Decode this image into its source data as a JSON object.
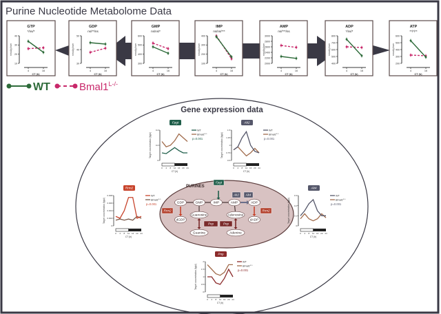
{
  "title": "Purine Nucleotide Metabolome Data",
  "colors": {
    "frame": "#3a3945",
    "wt": "#2e6b3a",
    "bmal1": "#c8286a",
    "inner": "#d8c2c2"
  },
  "legend": {
    "wt_label": "WT",
    "bmal1_label": "Bmal1",
    "bmal1_sup": "L-/-"
  },
  "metabolite_panels": [
    {
      "name": "GTP",
      "sig": "*/ns/*",
      "yticks": [
        10,
        20,
        30,
        40
      ],
      "x": [
        4,
        16
      ],
      "wt": [
        34,
        22
      ],
      "bmal1": [
        26,
        27
      ]
    },
    {
      "name": "GDP",
      "sig": "ns/**/ns",
      "yticks": [
        30,
        40,
        50
      ],
      "x": [
        4,
        16
      ],
      "wt": [
        45,
        44
      ],
      "bmal1": [
        38,
        41
      ]
    },
    {
      "name": "GMP",
      "sig": "ns/ns/*",
      "yticks": [
        300,
        400,
        500,
        600
      ],
      "x": [
        4,
        16
      ],
      "wt": [
        480,
        410
      ],
      "bmal1": [
        520,
        460
      ]
    },
    {
      "name": "IMP",
      "sig": "ns/ns/***",
      "yticks": [
        100,
        200,
        300,
        400
      ],
      "x": [
        4,
        16
      ],
      "wt": [
        390,
        170
      ],
      "bmal1": [
        400,
        150
      ]
    },
    {
      "name": "AMP",
      "sig": "ns/***/ns",
      "yticks": [
        2000,
        2200,
        2400,
        2600,
        2800,
        3000
      ],
      "x": [
        4,
        16
      ],
      "wt": [
        2250,
        2180
      ],
      "bmal1": [
        2650,
        2580
      ]
    },
    {
      "name": "ADP",
      "sig": "*/ns/*",
      "yticks": [
        400,
        500,
        600,
        700,
        800
      ],
      "x": [
        4,
        16
      ],
      "wt": [
        750,
        510
      ],
      "bmal1": [
        640,
        630
      ]
    },
    {
      "name": "ATP",
      "sig": "**/*/**",
      "yticks": [
        200,
        300,
        400,
        500,
        600
      ],
      "x": [
        4,
        16
      ],
      "wt": [
        530,
        290
      ],
      "bmal1": [
        320,
        310
      ]
    }
  ],
  "metabolite_axis": {
    "ylabel": "nmol/g liver",
    "xlabel": "CT (h)"
  },
  "gene_section": {
    "title": "Gene expression data",
    "xlabel": "CT (h)",
    "ylabel": "Target concentration (fg/µl)",
    "x": [
      0,
      4,
      8,
      12,
      16,
      20,
      24
    ],
    "charts": [
      {
        "gene": "Fpgt",
        "color": "#1f5e4a",
        "bmal_color": "#a06a4a",
        "p": "p=0.001",
        "yticks": [
          0.0,
          0.2,
          0.4
        ],
        "wt": [
          0.1,
          0.09,
          0.13,
          0.17,
          0.13,
          0.1,
          0.1
        ],
        "bmal1": [
          0.25,
          0.18,
          0.2,
          0.26,
          0.35,
          0.3,
          0.25
        ]
      },
      {
        "gene": "Ak2",
        "color": "#55576a",
        "bmal_color": "#a06a4a",
        "p": "p=0.001",
        "yticks": [
          0.5,
          0.75,
          1.0,
          1.25,
          1.5
        ],
        "wt": [
          0.85,
          0.95,
          1.25,
          1.45,
          1.0,
          0.8,
          0.75
        ],
        "bmal1": [
          0.85,
          0.95,
          0.8,
          0.65,
          0.75,
          0.9,
          0.75
        ]
      },
      {
        "gene": "Rrm2",
        "color": "#c8442c",
        "bmal_color": "#7a5a4a",
        "p": "p=0.001",
        "yticks": [
          0.0,
          0.002,
          0.004,
          0.006,
          0.008
        ],
        "wt": [
          0.0025,
          0.002,
          0.004,
          0.0075,
          0.0075,
          0.002,
          0.0025
        ],
        "bmal1": [
          0.0015,
          0.0018,
          0.0015,
          0.0018,
          0.0015,
          0.0025,
          0.002
        ]
      },
      {
        "gene": "Ak4",
        "color": "#55576a",
        "bmal_color": "#a06a4a",
        "p": "p=0.001",
        "yticks": [
          0.0,
          0.1,
          0.2,
          0.3
        ],
        "wt": [
          0.1,
          0.15,
          0.22,
          0.26,
          0.15,
          0.1,
          0.1
        ],
        "bmal1": [
          0.07,
          0.12,
          0.07,
          0.05,
          0.07,
          0.12,
          0.08
        ]
      },
      {
        "gene": "Pnp",
        "color": "#8b2a2a",
        "bmal_color": "#a06a4a",
        "p": "p=0.001",
        "yticks": [
          0.0,
          0.5,
          1.0,
          1.5,
          2.0
        ],
        "wt": [
          1.0,
          1.0,
          0.6,
          0.5,
          0.9,
          1.5,
          1.0
        ],
        "bmal1": [
          1.8,
          1.5,
          1.2,
          1.1,
          1.3,
          1.8,
          1.8
        ]
      }
    ],
    "legend_wt": "WT",
    "legend_bmal": "Bmal1",
    "legend_bmal_sup": "L-/-"
  },
  "pathway": {
    "label": "PURINES",
    "nodes": [
      "GDP",
      "GMP",
      "IMP",
      "AMP",
      "ADP",
      "dGDP",
      "dADP",
      "Guanosine",
      "Guanine",
      "Adenosine",
      "Adenine"
    ],
    "enzymes": [
      "Fpgt",
      "Ak2",
      "Ak4",
      "Rrm2",
      "Rrm2",
      "Pnp",
      "Pnp"
    ]
  }
}
